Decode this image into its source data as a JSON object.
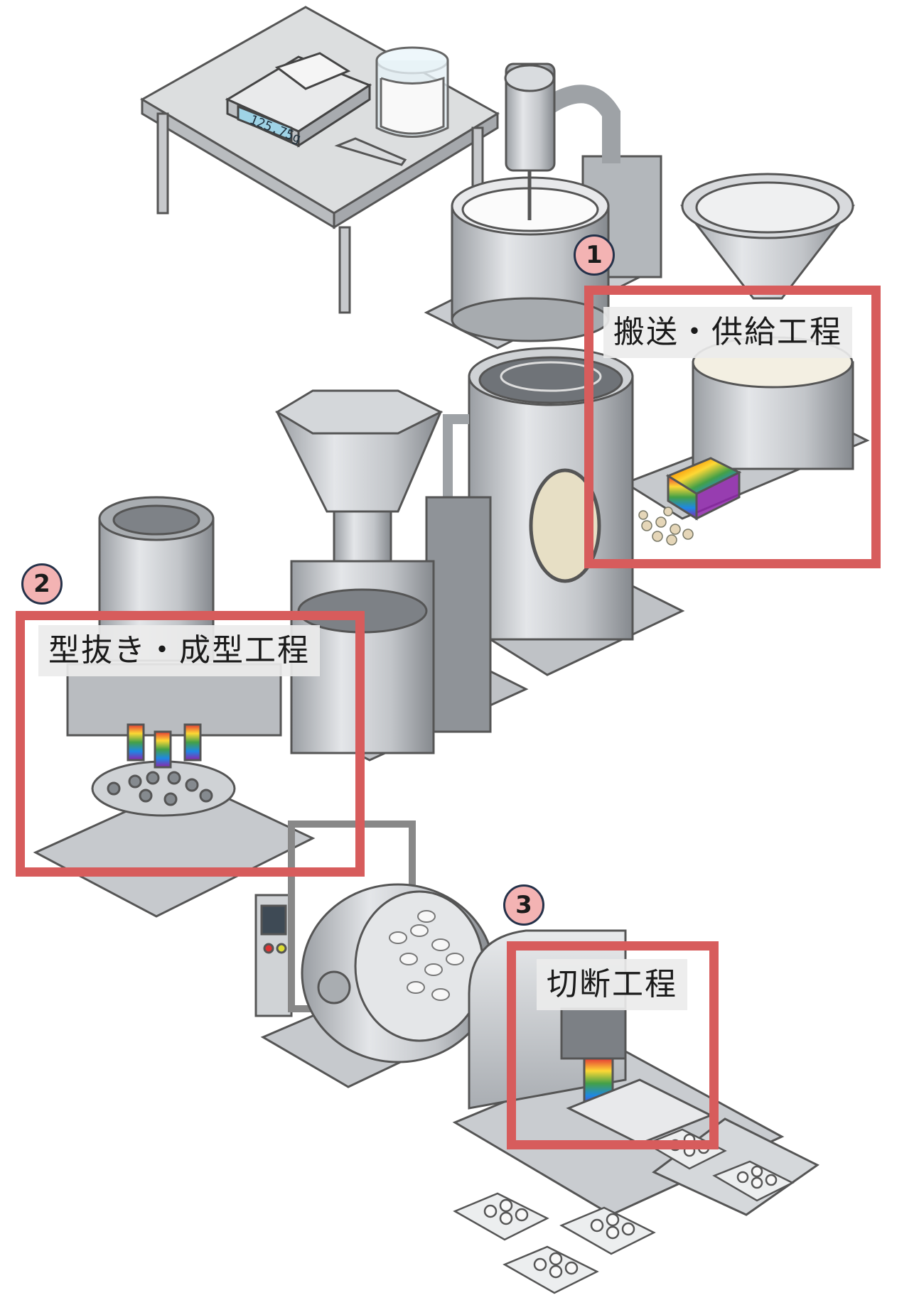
{
  "steps": [
    {
      "number": "1",
      "label": "搬送・供給工程"
    },
    {
      "number": "2",
      "label": "型抜き・成型工程"
    },
    {
      "number": "3",
      "label": "切断工程"
    }
  ],
  "scale_display": "125.75g",
  "colors": {
    "callout": "#d75c5c",
    "badge_fill": "#f3b3b3",
    "badge_border": "#25324a"
  }
}
